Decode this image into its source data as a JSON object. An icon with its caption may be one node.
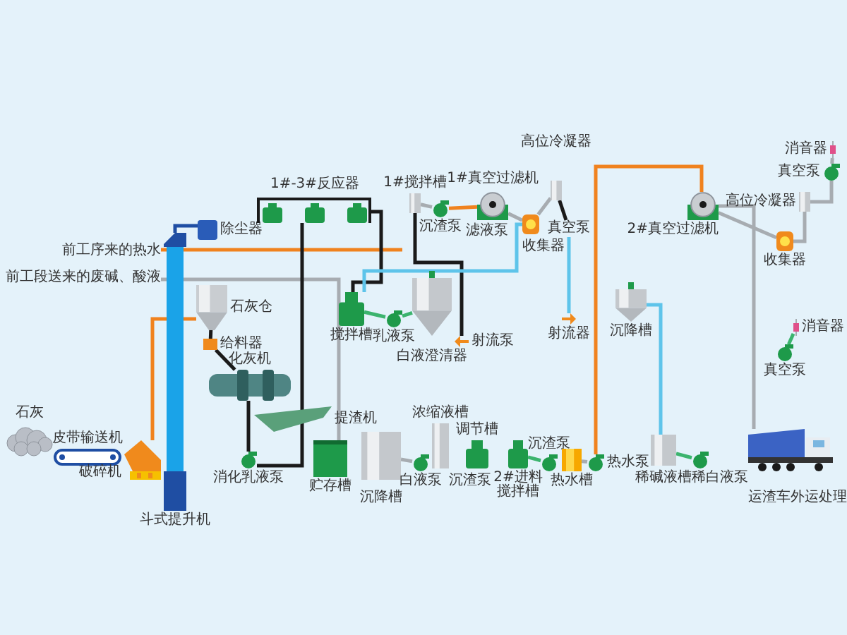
{
  "diagram": {
    "nodes": [
      {
        "text": [
          "前工序来的热水"
        ]
      },
      {
        "text": [
          "前工段送来的废碱、酸液"
        ]
      },
      {
        "text": [
          "石灰"
        ]
      },
      {
        "text": [
          "皮带输送机"
        ]
      },
      {
        "text": [
          "破碎机"
        ]
      },
      {
        "text": [
          "斗式提升机"
        ]
      },
      {
        "text": [
          "除尘器"
        ]
      },
      {
        "text": [
          "石灰仓"
        ]
      },
      {
        "text": [
          "给料器"
        ]
      },
      {
        "text": [
          "化灰机"
        ]
      },
      {
        "text": [
          "提渣机"
        ]
      },
      {
        "text": [
          "消化乳液泵"
        ]
      },
      {
        "text": [
          "贮存槽"
        ]
      },
      {
        "text": [
          "沉降槽"
        ]
      },
      {
        "text": [
          "白液泵"
        ]
      },
      {
        "text": [
          "浓缩液槽"
        ]
      },
      {
        "text": [
          "调节槽"
        ]
      },
      {
        "text": [
          "2#进料搅拌槽"
        ]
      },
      {
        "text": [
          "沉渣泵"
        ]
      },
      {
        "text": [
          "热水槽"
        ]
      },
      {
        "text": [
          "热水泵"
        ]
      },
      {
        "text": [
          "稀碱液槽"
        ]
      },
      {
        "text": [
          "稀白液泵"
        ]
      },
      {
        "text": [
          "运渣车外运处理"
        ]
      },
      {
        "text": [
          "1#-3#反应器"
        ]
      },
      {
        "text": [
          "1#搅拌槽"
        ]
      },
      {
        "text": [
          "沉渣泵"
        ]
      },
      {
        "text": [
          "1#真空过滤机"
        ]
      },
      {
        "text": [
          "高位冷凝器"
        ]
      },
      {
        "text": [
          "收集器"
        ]
      },
      {
        "text": [
          "真空泵"
        ]
      },
      {
        "text": [
          "射流器"
        ]
      },
      {
        "text": [
          "沉降槽"
        ]
      },
      {
        "text": [
          "2#真空过滤机"
        ]
      },
      {
        "text": [
          "收集器"
        ]
      },
      {
        "text": [
          "高位冷凝器"
        ]
      },
      {
        "text": [
          "消音器"
        ]
      },
      {
        "text": [
          "真空泵"
        ]
      },
      {
        "text": [
          "消音器"
        ]
      },
      {
        "text": [
          "真空泵"
        ]
      },
      {
        "text": [
          "搅拌槽"
        ]
      },
      {
        "text": [
          "乳液泵"
        ]
      },
      {
        "text": [
          "白液澄清器"
        ]
      },
      {
        "text": [
          "射流泵"
        ]
      }
    ],
    "edges": [
      {
        "from": 0,
        "to": null,
        "arrow": "none",
        "color": "#f0821e"
      },
      {
        "from": 1,
        "to": 12,
        "arrow": "none"
      },
      {
        "from": 4,
        "to": 7,
        "arrow": "none",
        "color": "#f0821e"
      },
      {
        "from": 5,
        "to": 6,
        "arrow": "none",
        "color": "#1f4ea3"
      },
      {
        "from": 7,
        "to": 8,
        "arrow": "none",
        "color": "#1a1a1a"
      },
      {
        "from": 8,
        "to": 9,
        "arrow": "none",
        "color": "#1a1a1a"
      },
      {
        "from": 9,
        "to": 11,
        "arrow": "none",
        "color": "#1a1a1a"
      },
      {
        "from": 11,
        "to": 24,
        "arrow": "none",
        "color": "#1a1a1a"
      },
      {
        "from": 24,
        "to": 40,
        "arrow": "none",
        "color": "#1a1a1a"
      },
      {
        "from": 40,
        "to": 41,
        "arrow": "none",
        "color": "#3cb46e"
      },
      {
        "from": 41,
        "to": 42,
        "arrow": "none",
        "color": "#3cb46e"
      },
      {
        "from": 25,
        "to": 43,
        "arrow": "none",
        "color": "#1a1a1a"
      },
      {
        "from": 25,
        "to": 26,
        "arrow": "none"
      },
      {
        "from": 26,
        "to": 27,
        "arrow": "none",
        "color": "#f0821e"
      },
      {
        "from": 27,
        "to": 29,
        "arrow": "none"
      },
      {
        "from": 28,
        "to": 29,
        "arrow": "none"
      },
      {
        "from": 28,
        "to": 30,
        "arrow": "none",
        "color": "#1a1a1a"
      },
      {
        "from": 29,
        "to": 40,
        "arrow": "none",
        "color": "#5ec4ea"
      },
      {
        "from": 30,
        "to": 31,
        "arrow": "none",
        "color": "#5ec4ea"
      },
      {
        "from": 32,
        "to": 21,
        "arrow": "none",
        "color": "#5ec4ea"
      },
      {
        "from": 33,
        "to": 34,
        "arrow": "none"
      },
      {
        "from": 34,
        "to": 35,
        "arrow": "none"
      },
      {
        "from": 35,
        "to": 37,
        "arrow": "none"
      },
      {
        "from": 37,
        "to": 36,
        "arrow": "none"
      },
      {
        "from": 39,
        "to": 38,
        "arrow": "none",
        "color": "#3cb46e"
      },
      {
        "from": 33,
        "to": 23,
        "arrow": "none"
      },
      {
        "from": 19,
        "to": 20,
        "arrow": "none"
      },
      {
        "from": 20,
        "to": 33,
        "arrow": "none",
        "color": "#f0821e"
      },
      {
        "from": 13,
        "to": 14,
        "arrow": "none"
      },
      {
        "from": 17,
        "to": 18,
        "arrow": "none",
        "color": "#3cb46e"
      },
      {
        "from": 21,
        "to": 22,
        "arrow": "none",
        "color": "#3cb46e"
      }
    ],
    "labels": [
      "沉渣泵",
      "滤液泵"
    ]
  }
}
